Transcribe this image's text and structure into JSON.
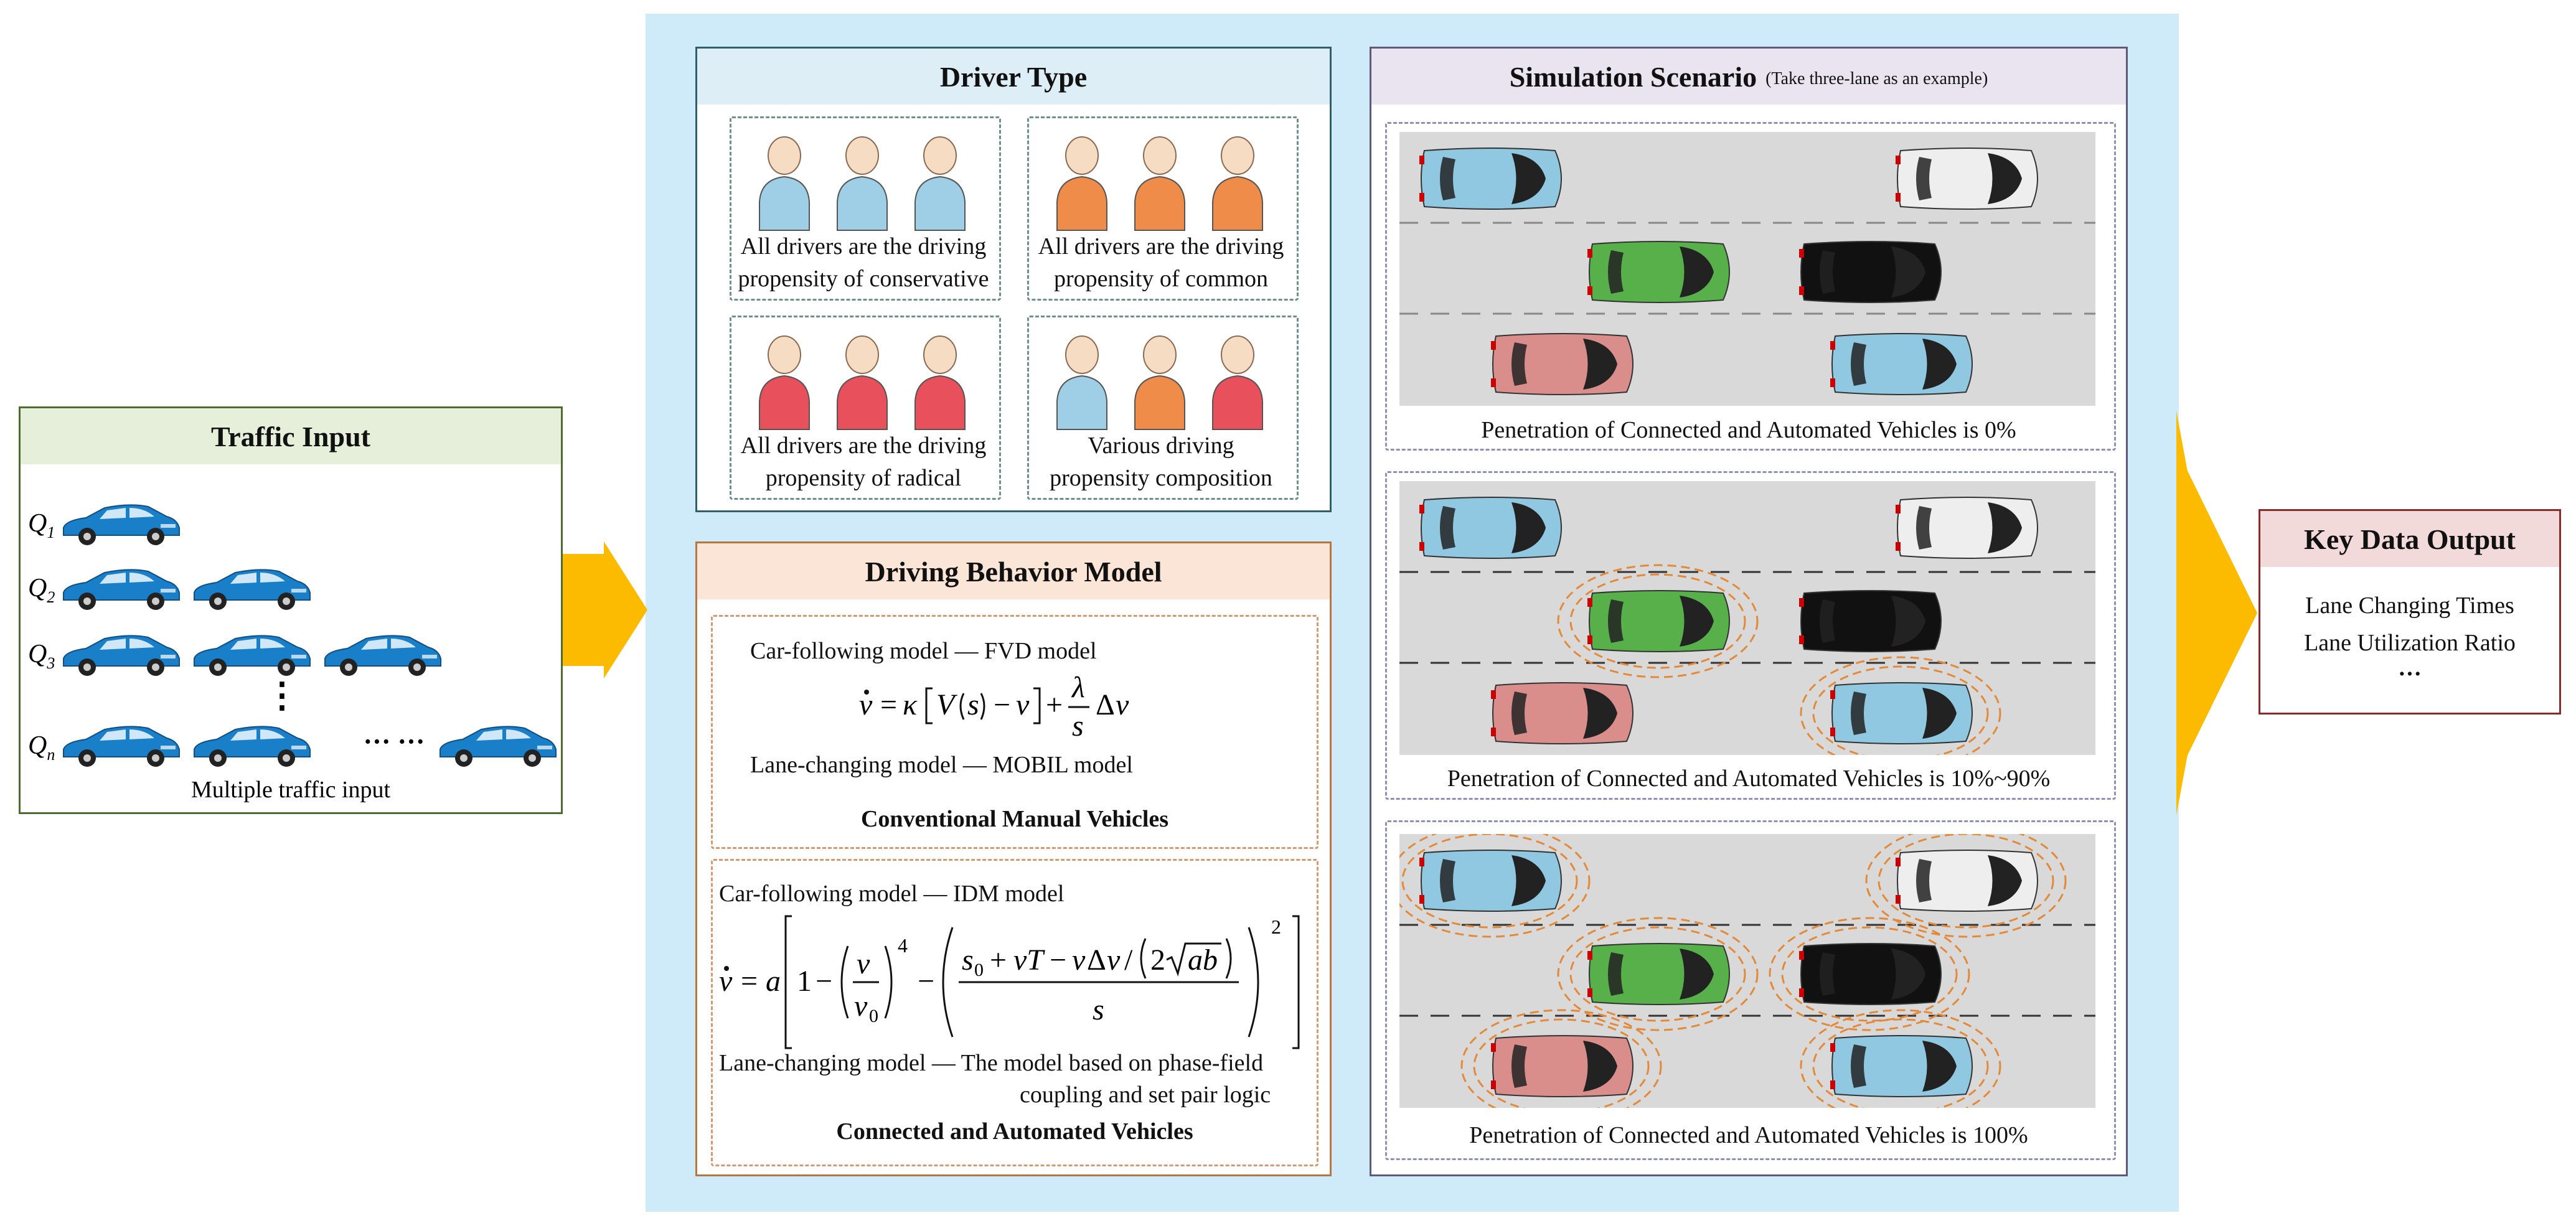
{
  "traffic_input": {
    "title": "Traffic Input",
    "rows": [
      {
        "label": "Q",
        "sub": "1"
      },
      {
        "label": "Q",
        "sub": "2"
      },
      {
        "label": "Q",
        "sub": "3"
      },
      {
        "label": "Q",
        "sub": "n"
      }
    ],
    "vertical_dots": "⋮",
    "horizontal_dots": "··· ···",
    "caption": "Multiple traffic input"
  },
  "driver_type": {
    "title": "Driver Type",
    "cells": [
      {
        "line1": "All drivers are the driving",
        "line2": "propensity of conservative",
        "colors": [
          "#9fcfe6",
          "#9fcfe6",
          "#9fcfe6"
        ]
      },
      {
        "line1": "All drivers are the driving",
        "line2": "propensity of common",
        "colors": [
          "#f08c4a",
          "#f08c4a",
          "#f08c4a"
        ]
      },
      {
        "line1": "All drivers are the driving",
        "line2": "propensity of radical",
        "colors": [
          "#e8505b",
          "#e8505b",
          "#e8505b"
        ]
      },
      {
        "line1": "Various driving",
        "line2": "propensity composition",
        "colors": [
          "#9fcfe6",
          "#f08c4a",
          "#e8505b"
        ]
      }
    ]
  },
  "driving_behavior": {
    "title": "Driving Behavior Model",
    "manual": {
      "car_following": "Car-following model — FVD model",
      "lane_changing": "Lane-changing model — MOBIL model",
      "caption": "Conventional Manual Vehicles"
    },
    "cav": {
      "car_following": "Car-following model — IDM model",
      "lane_changing_1": "Lane-changing model — The model based on phase-field",
      "lane_changing_2": "coupling and set pair logic",
      "caption": "Connected and Automated Vehicles"
    }
  },
  "simulation": {
    "title": "Simulation Scenario",
    "subtitle": "(Take three-lane as an example)",
    "scenarios": [
      {
        "caption": "Penetration of Connected and Automated Vehicles is 0%"
      },
      {
        "caption": "Penetration of Connected and Automated Vehicles is 10%~90%"
      },
      {
        "caption": "Penetration of Connected and Automated Vehicles is 100%"
      }
    ]
  },
  "output": {
    "title": "Key Data Output",
    "items": [
      "Lane Changing Times",
      "Lane Utilization Ratio",
      "···"
    ]
  },
  "colors": {
    "light_blue_bg": "#cfeaf8",
    "arrow": "#fdbb00",
    "green_header": "#e5efd9",
    "driver_header": "#ddeef6",
    "behavior_header": "#fbe5d6",
    "sim_header": "#e9e4ef",
    "output_header": "#f3dada",
    "car_blue": "#1a7fc9"
  }
}
